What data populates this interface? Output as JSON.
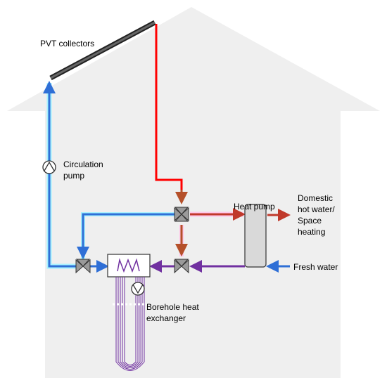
{
  "labels": {
    "pvt_collectors": "PVT collectors",
    "circulation_pump_1": "Circulation",
    "circulation_pump_2": "pump",
    "heat_pump": "Heat pump",
    "dhw_1": "Domestic",
    "dhw_2": "hot water/",
    "dhw_3": "Space",
    "dhw_4": "heating",
    "fresh_water": "Fresh water",
    "borehole_1": "Borehole heat",
    "borehole_2": "exchanger"
  },
  "colors": {
    "house": "#efefef",
    "hot_line": "#ff0000",
    "warm_line": "#c0392b",
    "cold_line": "#2f6fd6",
    "return_line": "#7030a0",
    "brown_arrow": "#b5502a",
    "valve": "#9a9a9a",
    "glow_cyan": "#a6f0ff",
    "glow_pink": "#ffc6e8"
  }
}
